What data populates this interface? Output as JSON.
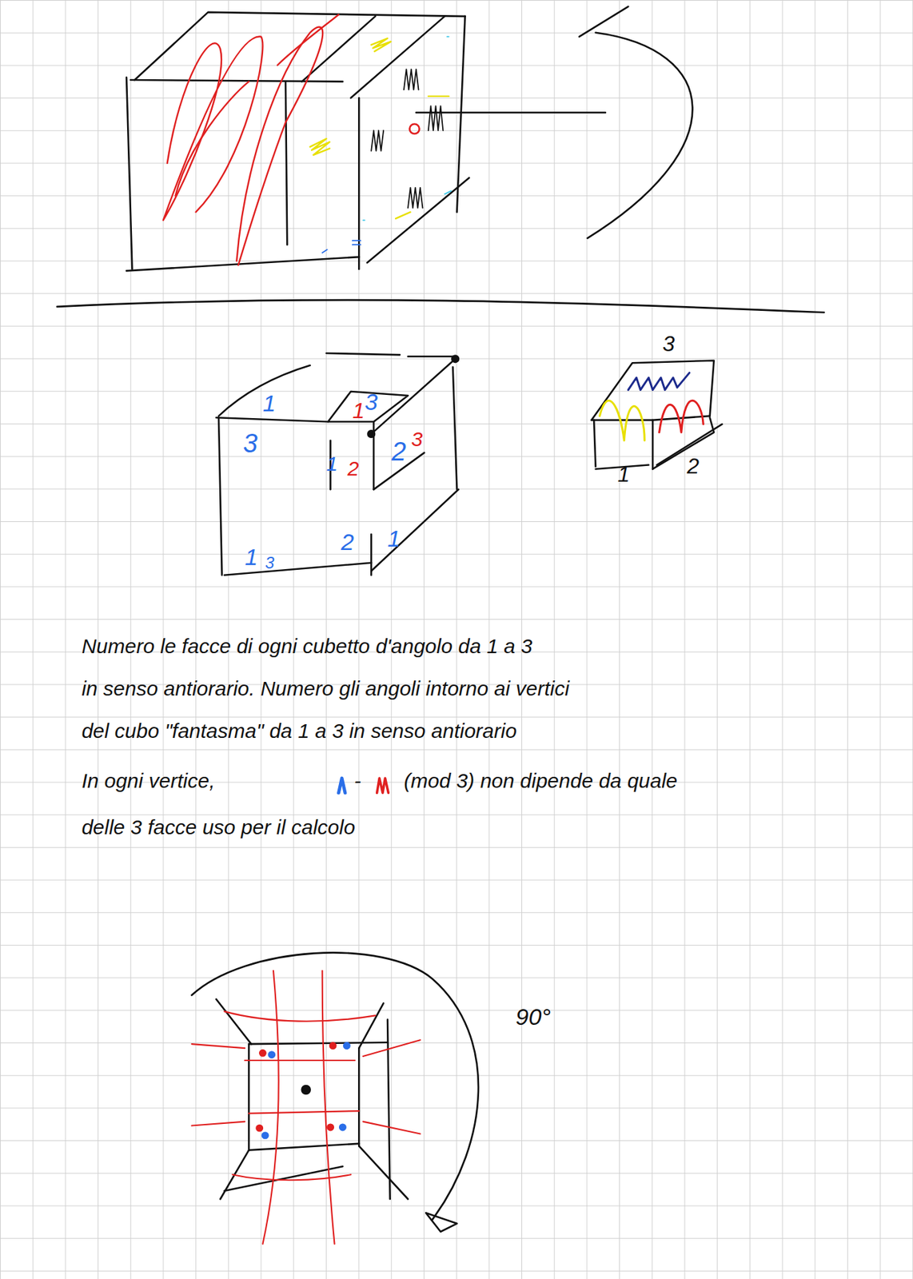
{
  "diagram": {
    "labels": [
      "1",
      "3",
      "1",
      "3",
      "1",
      "2",
      "2",
      "3",
      "1",
      "3",
      "2",
      "1",
      "3",
      "1",
      "2",
      "Numero le facce di ogni cubetto d'angolo da 1 a 3",
      "in senso antiorario. Numero gli angoli intorno ai vertici",
      "del cubo \"fantasma\" da 1 a 3 in senso antiorario",
      "In ogni vertice,",
      "-",
      "(mod 3) non dipende da quale",
      "delle 3 facce uso per il calcolo",
      "90°"
    ]
  }
}
